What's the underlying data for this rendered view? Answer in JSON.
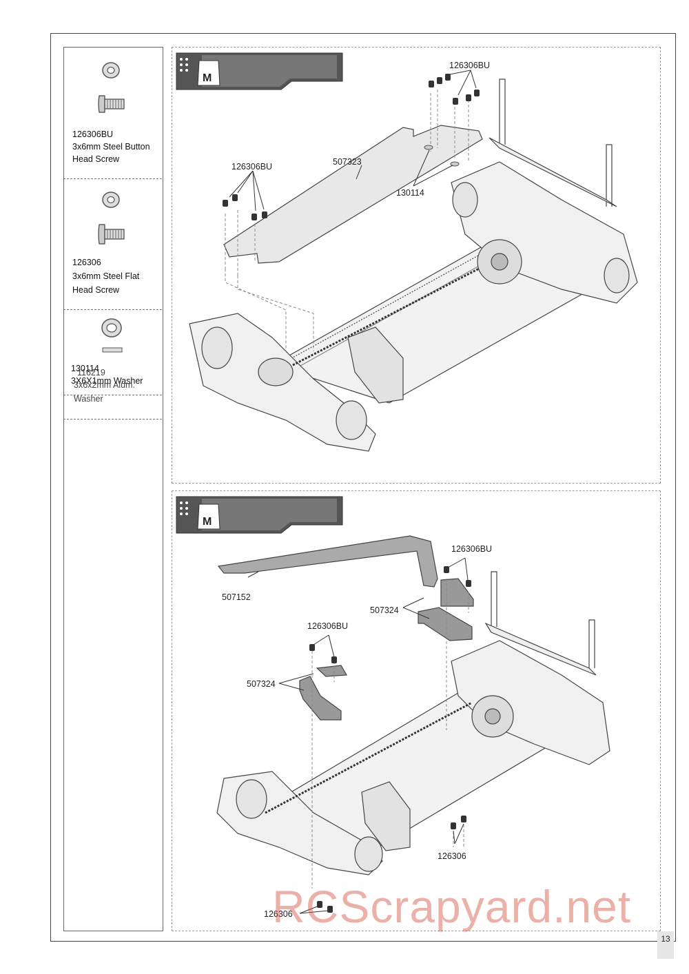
{
  "parts_list": [
    {
      "code": "126306BU",
      "name_line1": "3x6mm Steel Button",
      "name_line2": "Head Screw",
      "icon": "button-head-screw-icon"
    },
    {
      "code": "126306",
      "name_line1": "3x6mm Steel Flat",
      "name_line2": "Head Screw",
      "icon": "flat-head-screw-icon"
    },
    {
      "code": "130114",
      "name_line1": "3X6X1mm Washer",
      "name_line2": "",
      "icon": "washer-icon"
    },
    {
      "code": "116219",
      "name_line1": "3x6x2mm Alum.",
      "name_line2": "Washer",
      "icon": "alum-washer-icon"
    }
  ],
  "step1": {
    "header_icon": "M",
    "labels": {
      "screws_top": "126306BU",
      "screws_left": "126306BU",
      "top_deck": "507323",
      "washer": "130114"
    }
  },
  "step2": {
    "header_icon": "M",
    "labels": {
      "battery_strap": "507152",
      "screws_right": "126306BU",
      "holder_right": "507324",
      "screws_middle": "126306BU",
      "holder_left": "507324",
      "screws_bottom_right": "126306",
      "screws_bottom_left": "126306"
    }
  },
  "page_number": "13",
  "watermark": "RCScrapyard.net"
}
